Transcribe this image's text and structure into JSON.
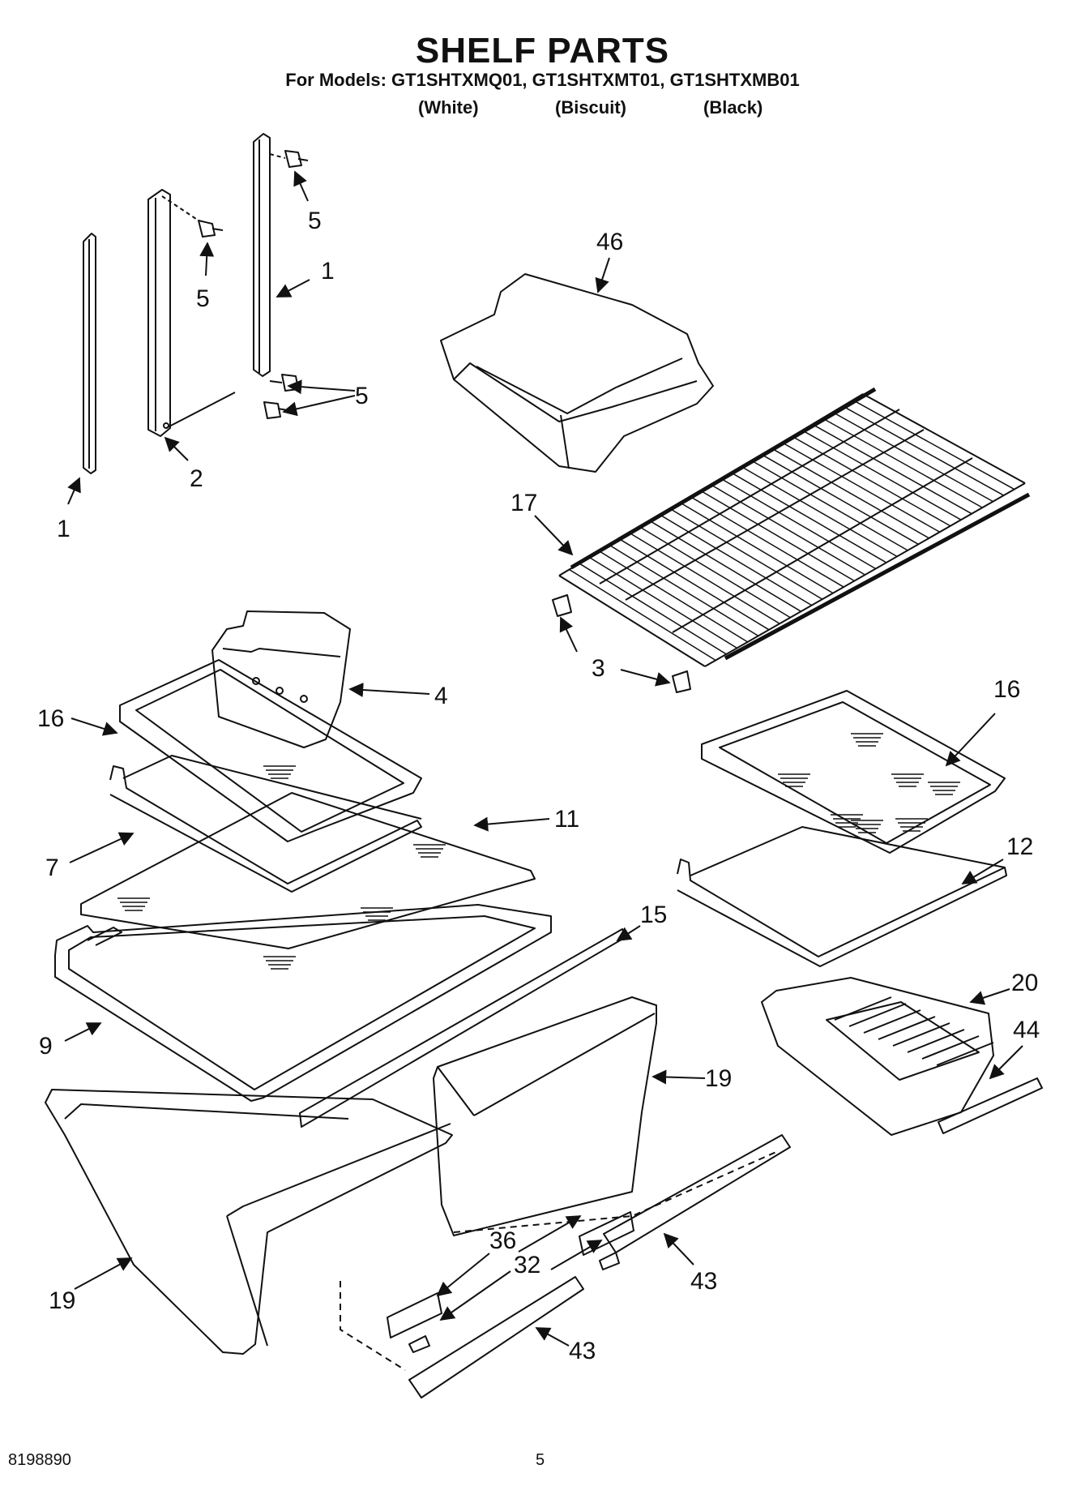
{
  "header": {
    "title": "SHELF PARTS",
    "models_line": "For Models: GT1SHTXMQ01, GT1SHTXMT01, GT1SHTXMB01",
    "colors": [
      "(White)",
      "(Biscuit)",
      "(Black)"
    ]
  },
  "callouts": [
    {
      "id": "c5a",
      "label": "5"
    },
    {
      "id": "c1a",
      "label": "1"
    },
    {
      "id": "c5b",
      "label": "5"
    },
    {
      "id": "c5c",
      "label": "5"
    },
    {
      "id": "c2",
      "label": "2"
    },
    {
      "id": "c1b",
      "label": "1"
    },
    {
      "id": "c46",
      "label": "46"
    },
    {
      "id": "c17",
      "label": "17"
    },
    {
      "id": "c3",
      "label": "3"
    },
    {
      "id": "c4",
      "label": "4"
    },
    {
      "id": "c16a",
      "label": "16"
    },
    {
      "id": "c16b",
      "label": "16"
    },
    {
      "id": "c11",
      "label": "11"
    },
    {
      "id": "c7",
      "label": "7"
    },
    {
      "id": "c12",
      "label": "12"
    },
    {
      "id": "c15",
      "label": "15"
    },
    {
      "id": "c20",
      "label": "20"
    },
    {
      "id": "c9",
      "label": "9"
    },
    {
      "id": "c44",
      "label": "44"
    },
    {
      "id": "c19a",
      "label": "19"
    },
    {
      "id": "c19b",
      "label": "19"
    },
    {
      "id": "c36",
      "label": "36"
    },
    {
      "id": "c32",
      "label": "32"
    },
    {
      "id": "c43a",
      "label": "43"
    },
    {
      "id": "c43b",
      "label": "43"
    }
  ],
  "footer": {
    "doc_number": "8198890",
    "page_number": "5"
  }
}
